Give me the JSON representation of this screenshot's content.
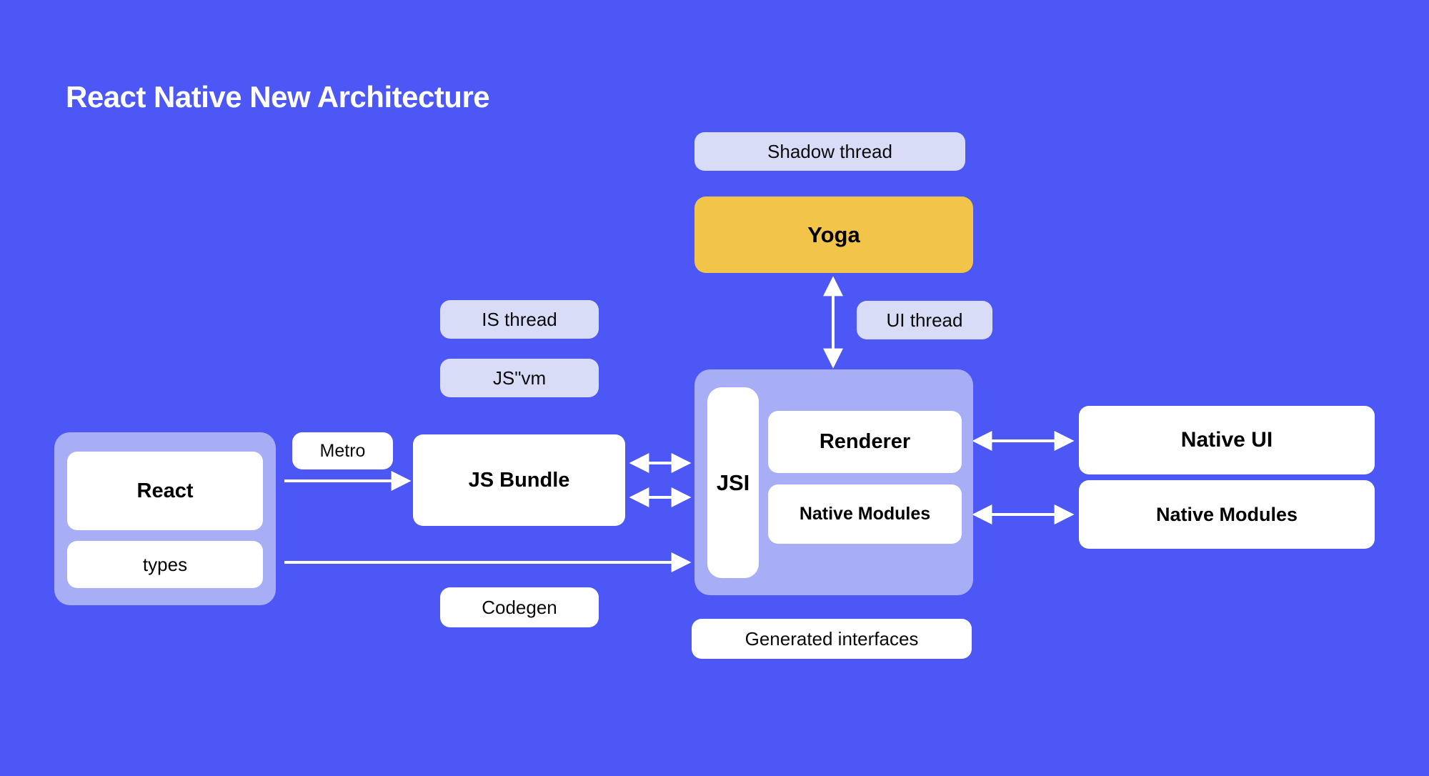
{
  "page": {
    "title": "React Native New Architecture",
    "background_color": "#4d57f5"
  },
  "colors": {
    "background": "#4d57f5",
    "group_container": "#a7aef5",
    "white_box": "#ffffff",
    "lavender_pill": "#d9dcf7",
    "yoga_accent": "#f2c44a",
    "arrow": "#ffffff",
    "text_dark": "#000000",
    "text_light": "#ffffff"
  },
  "diagram": {
    "type": "architecture-diagram",
    "js_side": {
      "react_group": {
        "react_label": "React",
        "types_label": "types"
      },
      "metro_label": "Metro",
      "js_bundle_label": "JS Bundle",
      "js_thread_label": "IS thread",
      "js_vm_label": "JS\"vm",
      "codegen_label": "Codegen"
    },
    "shadow_side": {
      "shadow_thread_label": "Shadow thread",
      "yoga_label": "Yoga"
    },
    "bridge": {
      "ui_thread_label": "UI thread",
      "jsi_label": "JSI",
      "renderer_label": "Renderer",
      "native_modules_label": "Native Modules",
      "generated_interfaces_label": "Generated interfaces"
    },
    "native_side": {
      "native_ui_label": "Native UI",
      "native_modules_label": "Native Modules"
    },
    "connections": [
      {
        "from": "React",
        "to": "JS Bundle",
        "style": "single-arrow",
        "label": "Metro"
      },
      {
        "from": "JS Bundle",
        "to": "JSI",
        "style": "double-arrow"
      },
      {
        "from": "JS Bundle",
        "to": "JSI",
        "style": "double-arrow"
      },
      {
        "from": "types",
        "to": "JSI",
        "style": "single-arrow",
        "label": "Codegen"
      },
      {
        "from": "Yoga",
        "to": "JSI container",
        "style": "double-arrow-vertical",
        "label": "UI thread"
      },
      {
        "from": "Renderer",
        "to": "Native UI",
        "style": "double-arrow"
      },
      {
        "from": "Native Modules",
        "to": "Native Modules",
        "style": "double-arrow"
      }
    ]
  }
}
